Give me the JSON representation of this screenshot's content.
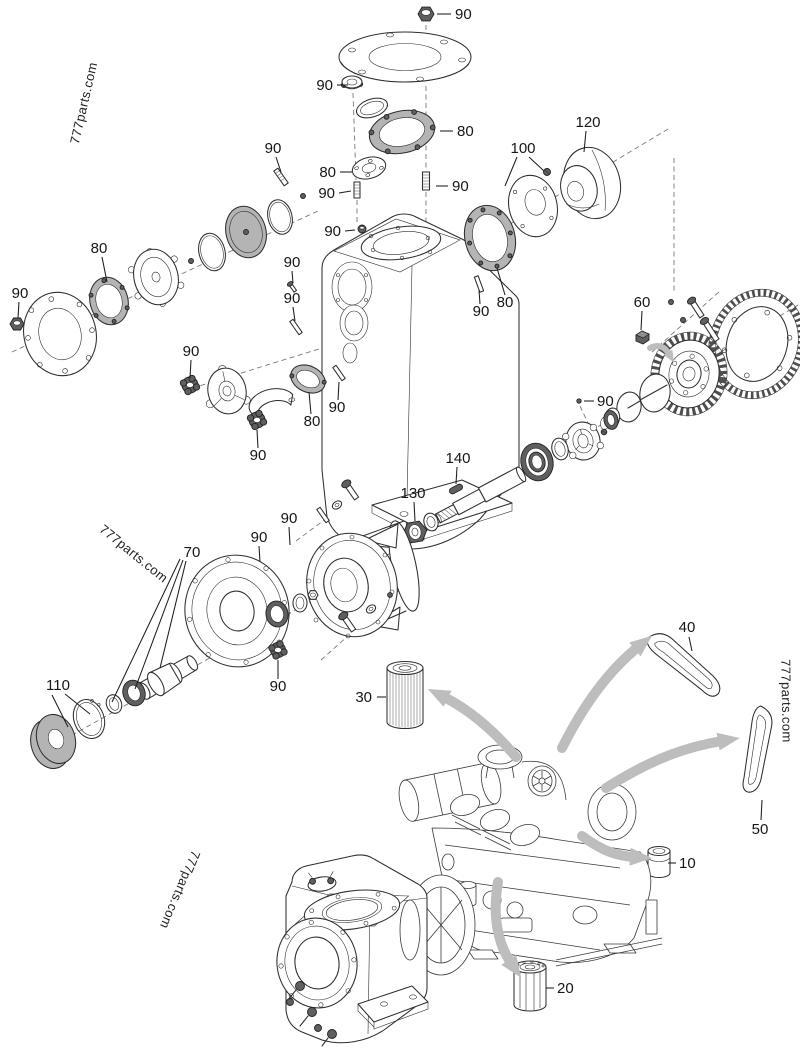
{
  "watermark": "777parts.com",
  "colors": {
    "background": "#ffffff",
    "line": "#2e2e2e",
    "part_gray": "#b4b4b4",
    "part_dark": "#5f5f5f",
    "arrow_gray": "#bdbdbd",
    "label_text": "#161616"
  },
  "callouts": [
    {
      "id": "c0",
      "part": "top-cap-nut",
      "text": "90"
    },
    {
      "id": "c1",
      "part": "filler-cap",
      "text": "90"
    },
    {
      "id": "c2",
      "part": "top-cover-gasket",
      "text": "80"
    },
    {
      "id": "c3",
      "part": "discharge-flange",
      "text": "80"
    },
    {
      "id": "c4",
      "part": "stud-top",
      "text": "90"
    },
    {
      "id": "c5",
      "part": "impeller",
      "text": "120"
    },
    {
      "id": "c6",
      "part": "wear-plate",
      "text": "100"
    },
    {
      "id": "c7",
      "part": "stud-upper-left",
      "text": "90"
    },
    {
      "id": "c8",
      "part": "suction-gasket",
      "text": "80"
    },
    {
      "id": "c9",
      "part": "flange-nut-left",
      "text": "90"
    },
    {
      "id": "c10",
      "part": "stud-casing-top",
      "text": "90"
    },
    {
      "id": "c11",
      "part": "casing-plug",
      "text": "90"
    },
    {
      "id": "c12",
      "part": "screw-left",
      "text": "90"
    },
    {
      "id": "c13",
      "part": "stud-left",
      "text": "90"
    },
    {
      "id": "c14",
      "part": "casing-gasket",
      "text": "80"
    },
    {
      "id": "c15",
      "part": "stud-right",
      "text": "90"
    },
    {
      "id": "c16",
      "part": "flange-nut-a",
      "text": "90"
    },
    {
      "id": "c17",
      "part": "clamp-ring",
      "text": "80"
    },
    {
      "id": "c18",
      "part": "flange-nut-b",
      "text": "90"
    },
    {
      "id": "c19",
      "part": "stud-mid",
      "text": "90"
    },
    {
      "id": "c20",
      "part": "gear-key",
      "text": "60"
    },
    {
      "id": "c21",
      "part": "set-screw",
      "text": "90"
    },
    {
      "id": "c22",
      "part": "shaft-key",
      "text": "140"
    },
    {
      "id": "c23",
      "part": "shaft-nut",
      "text": "130"
    },
    {
      "id": "c24",
      "part": "bolt",
      "text": "90"
    },
    {
      "id": "c25",
      "part": "washer",
      "text": "90"
    },
    {
      "id": "c26",
      "part": "mechanical-seal",
      "text": "70"
    },
    {
      "id": "c27",
      "part": "seal-housing-nut",
      "text": "90"
    },
    {
      "id": "c28",
      "part": "seal-disc",
      "text": "110"
    },
    {
      "id": "c29",
      "part": "air-filter",
      "text": "30"
    },
    {
      "id": "c30",
      "part": "v-belt-a",
      "text": "40"
    },
    {
      "id": "c31",
      "part": "v-belt-b",
      "text": "50"
    },
    {
      "id": "c32",
      "part": "breather",
      "text": "10"
    },
    {
      "id": "c33",
      "part": "oil-filter",
      "text": "20"
    }
  ]
}
